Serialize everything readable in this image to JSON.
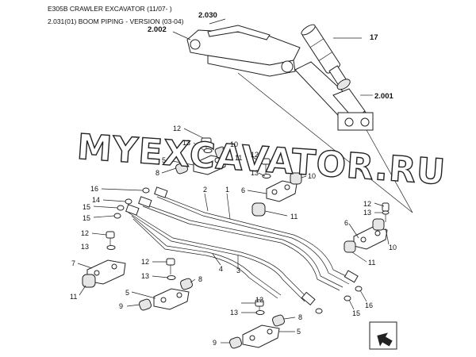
{
  "header": {
    "model": "E305B CRAWLER EXCAVATOR (11/07- )",
    "section": "2.031(01) BOOM PIPING - VERSION (03-04)"
  },
  "watermark": "MYEXCAVATOR.RU",
  "refs": {
    "boom_assembly": "2.030",
    "arm_ref": "2.002",
    "cylinder_ref": "17",
    "base_ref": "2.001"
  },
  "callouts": {
    "c1": "1",
    "c2": "2",
    "c3": "3",
    "c4": "4",
    "c5a": "5",
    "c5b": "5",
    "c5c": "5",
    "c6a": "6",
    "c6b": "6",
    "c7": "7",
    "c8a": "8",
    "c8b": "8",
    "c8c": "8",
    "c9a": "9",
    "c9b": "9",
    "c10a": "10",
    "c10b": "10",
    "c10c": "10",
    "c11a": "11",
    "c11b": "11",
    "c11c": "11",
    "c11d": "11",
    "c12a": "12",
    "c12b": "12",
    "c12c": "12",
    "c12d": "12",
    "c12e": "12",
    "c13a": "13",
    "c13b": "13",
    "c13c": "13",
    "c13d": "13",
    "c13e": "13",
    "c14": "14",
    "c15a": "15",
    "c15b": "15",
    "c15c": "15",
    "c16a": "16",
    "c16b": "16"
  }
}
